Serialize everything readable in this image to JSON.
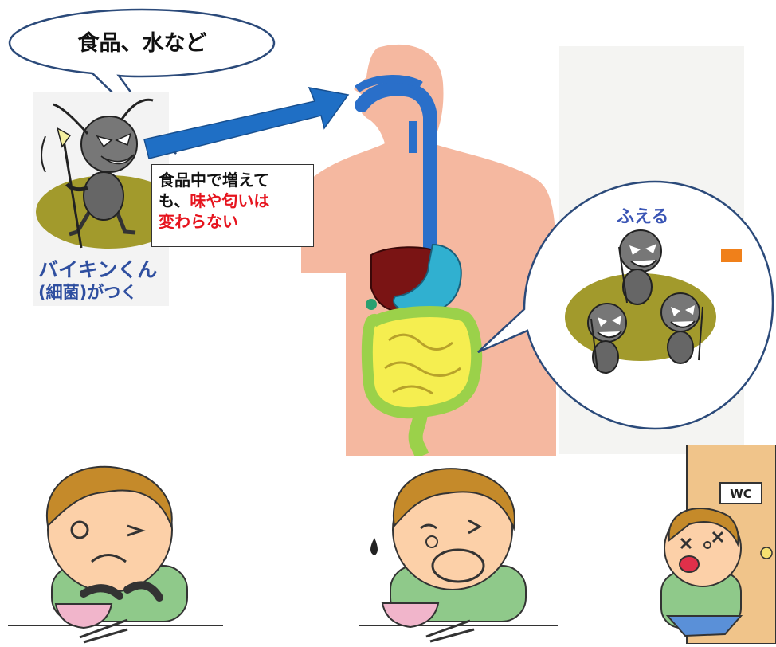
{
  "speech_bubble": {
    "text": "食品、水など"
  },
  "note_box": {
    "line1": "食品中で増えて",
    "line2_black": "も、",
    "line2_red": "味や匂いは",
    "line3_red": "変わらない"
  },
  "germ_panel": {
    "line1": "バイキンくん",
    "line2": "(細菌)がつく"
  },
  "zoom_bubble": {
    "label": "ふえる"
  },
  "toilet": {
    "door_sign": "WC"
  },
  "colors": {
    "arrow": "#1f6fc5",
    "digestive_tract": "#2a6fc9",
    "body_skin": "#f5b8a0",
    "intestine": "#9bd14a",
    "intestine_fill": "#f5ee50",
    "liver": "#7a1414",
    "stomach": "#30b0d0",
    "germ_ground": "#a29a2c",
    "highlight_text": "#e6141e",
    "label_text": "#2f4fa0"
  }
}
